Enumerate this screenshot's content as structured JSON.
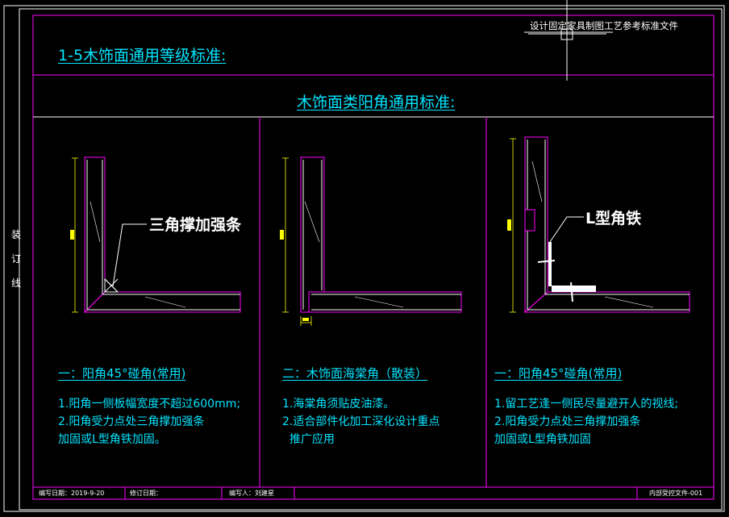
{
  "header": {
    "doc_title": "设计固定家具制图工艺参考标准文件",
    "section_title": "1-5木饰面通用等级标准:",
    "subsection_title": "木饰面类阳角通用标准:"
  },
  "binding_margin": {
    "chars": [
      "装",
      "订",
      "线"
    ]
  },
  "panels": [
    {
      "callout": "三角撑加强条",
      "heading": "一：阳角45°碰角(常用)",
      "lines": [
        "1.阳角一侧板幅宽度不超过600mm;",
        "2.阳角受力点处三角撑加强条",
        "加固或L型角铁加固。"
      ]
    },
    {
      "callout": "",
      "heading": "二：木饰面海棠角（散装）",
      "lines": [
        "1.海棠角须贴皮油漆。",
        "2.适合部件化加工深化设计重点",
        "  推广应用"
      ]
    },
    {
      "callout": "L型角铁",
      "heading": "一：阳角45°碰角(常用)",
      "lines": [
        "1.留工艺逢一侧民尽量避开人的视线;",
        "2.阳角受力点处三角撑加强条",
        "加固或L型角铁加固"
      ]
    }
  ],
  "footer": {
    "date_label": "编写日期：2019-9-20",
    "revise_label": "修订日期：",
    "author_label": "编写人：刘建星",
    "doc_code": "内部受控文件-001"
  },
  "colors": {
    "frame": "#ffffff",
    "magenta": "#ff00ff",
    "cyan": "#00e5ff",
    "background": "#000000"
  }
}
